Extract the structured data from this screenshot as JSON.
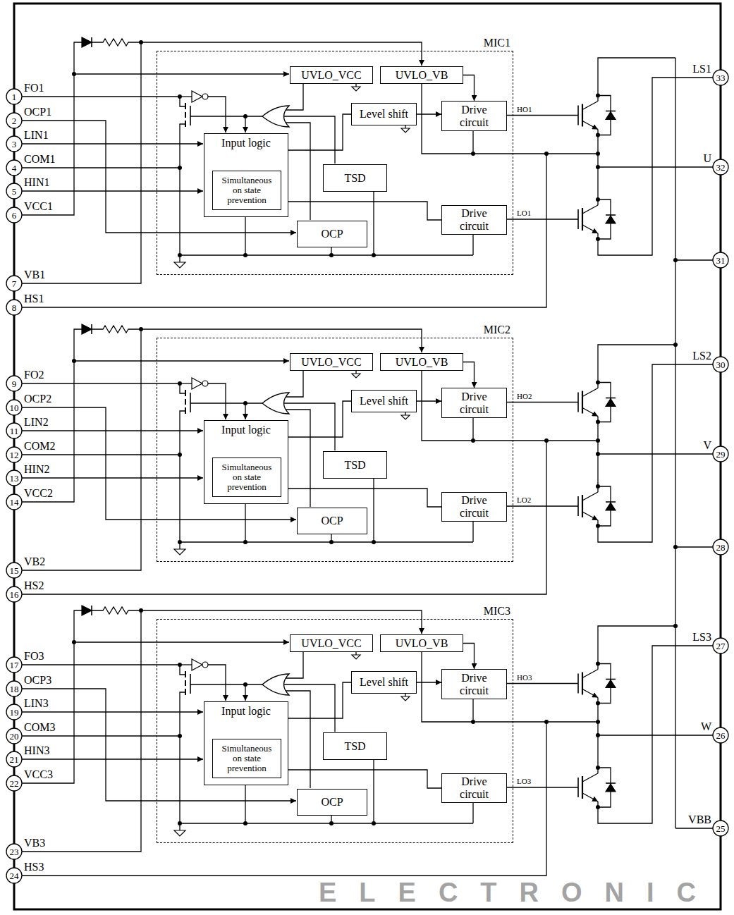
{
  "diagram": {
    "nodes": [
      {
        "text": [
          "MIC1"
        ]
      },
      {
        "text": [
          "UVLO_VCC"
        ],
        "in": 0
      },
      {
        "text": [
          "UVLO_VB"
        ],
        "in": 0
      },
      {
        "text": [
          "Level shift"
        ],
        "in": 0
      },
      {
        "text": [
          "Drive circuit"
        ],
        "in": 0
      },
      {
        "text": [
          "Input logic"
        ],
        "in": 0
      },
      {
        "text": [
          "Simultaneous on state prevention"
        ],
        "in": 5
      },
      {
        "text": [
          "TSD"
        ],
        "in": 0
      },
      {
        "text": [
          "Drive circuit"
        ],
        "in": 0
      },
      {
        "text": [
          "OCP"
        ],
        "in": 0
      },
      {
        "text": [
          "MIC2"
        ]
      },
      {
        "text": [
          "UVLO_VCC"
        ],
        "in": 10
      },
      {
        "text": [
          "UVLO_VB"
        ],
        "in": 10
      },
      {
        "text": [
          "Level shift"
        ],
        "in": 10
      },
      {
        "text": [
          "Drive circuit"
        ],
        "in": 10
      },
      {
        "text": [
          "Input logic"
        ],
        "in": 10
      },
      {
        "text": [
          "Simultaneous on state prevention"
        ],
        "in": 15
      },
      {
        "text": [
          "TSD"
        ],
        "in": 10
      },
      {
        "text": [
          "Drive circuit"
        ],
        "in": 10
      },
      {
        "text": [
          "OCP"
        ],
        "in": 10
      },
      {
        "text": [
          "MIC3"
        ]
      },
      {
        "text": [
          "UVLO_VCC"
        ],
        "in": 20
      },
      {
        "text": [
          "UVLO_VB"
        ],
        "in": 20
      },
      {
        "text": [
          "Level shift"
        ],
        "in": 20
      },
      {
        "text": [
          "Drive circuit"
        ],
        "in": 20
      },
      {
        "text": [
          "Input logic"
        ],
        "in": 20
      },
      {
        "text": [
          "Simultaneous on state prevention"
        ],
        "in": 25
      },
      {
        "text": [
          "TSD"
        ],
        "in": 20
      },
      {
        "text": [
          "Drive circuit"
        ],
        "in": 20
      },
      {
        "text": [
          "OCP"
        ],
        "in": 20
      }
    ],
    "edges": [
      {
        "from": 2,
        "to": 4,
        "arrow": "to"
      },
      {
        "from": 3,
        "to": 4,
        "arrow": "to"
      },
      {
        "from": 5,
        "to": 3,
        "arrow": "none"
      },
      {
        "from": 5,
        "to": 8,
        "arrow": "none"
      },
      {
        "from": 12,
        "to": 14,
        "arrow": "to"
      },
      {
        "from": 13,
        "to": 14,
        "arrow": "to"
      },
      {
        "from": 15,
        "to": 13,
        "arrow": "none"
      },
      {
        "from": 15,
        "to": 18,
        "arrow": "none"
      },
      {
        "from": 22,
        "to": 24,
        "arrow": "to"
      },
      {
        "from": 23,
        "to": 24,
        "arrow": "to"
      },
      {
        "from": 25,
        "to": 23,
        "arrow": "none"
      },
      {
        "from": 25,
        "to": 28,
        "arrow": "none"
      }
    ],
    "labels": [
      "FO1",
      "1",
      "OCP1",
      "2",
      "LIN1",
      "3",
      "COM1",
      "4",
      "HIN1",
      "5",
      "VCC1",
      "6",
      "VB1",
      "7",
      "HS1",
      "8",
      "HO1",
      "LO1",
      "FO2",
      "9",
      "OCP2",
      "10",
      "LIN2",
      "11",
      "COM2",
      "12",
      "HIN2",
      "13",
      "VCC2",
      "14",
      "VB2",
      "15",
      "HS2",
      "16",
      "HO2",
      "LO2",
      "FO3",
      "17",
      "OCP3",
      "18",
      "LIN3",
      "19",
      "COM3",
      "20",
      "HIN3",
      "21",
      "VCC3",
      "22",
      "VB3",
      "23",
      "HS3",
      "24",
      "HO3",
      "LO3",
      "LS1",
      "33",
      "U",
      "32",
      "31",
      "LS2",
      "30",
      "V",
      "29",
      "28",
      "LS3",
      "27",
      "W",
      "26",
      "VBB",
      "25",
      "ELECTRONIC"
    ]
  }
}
